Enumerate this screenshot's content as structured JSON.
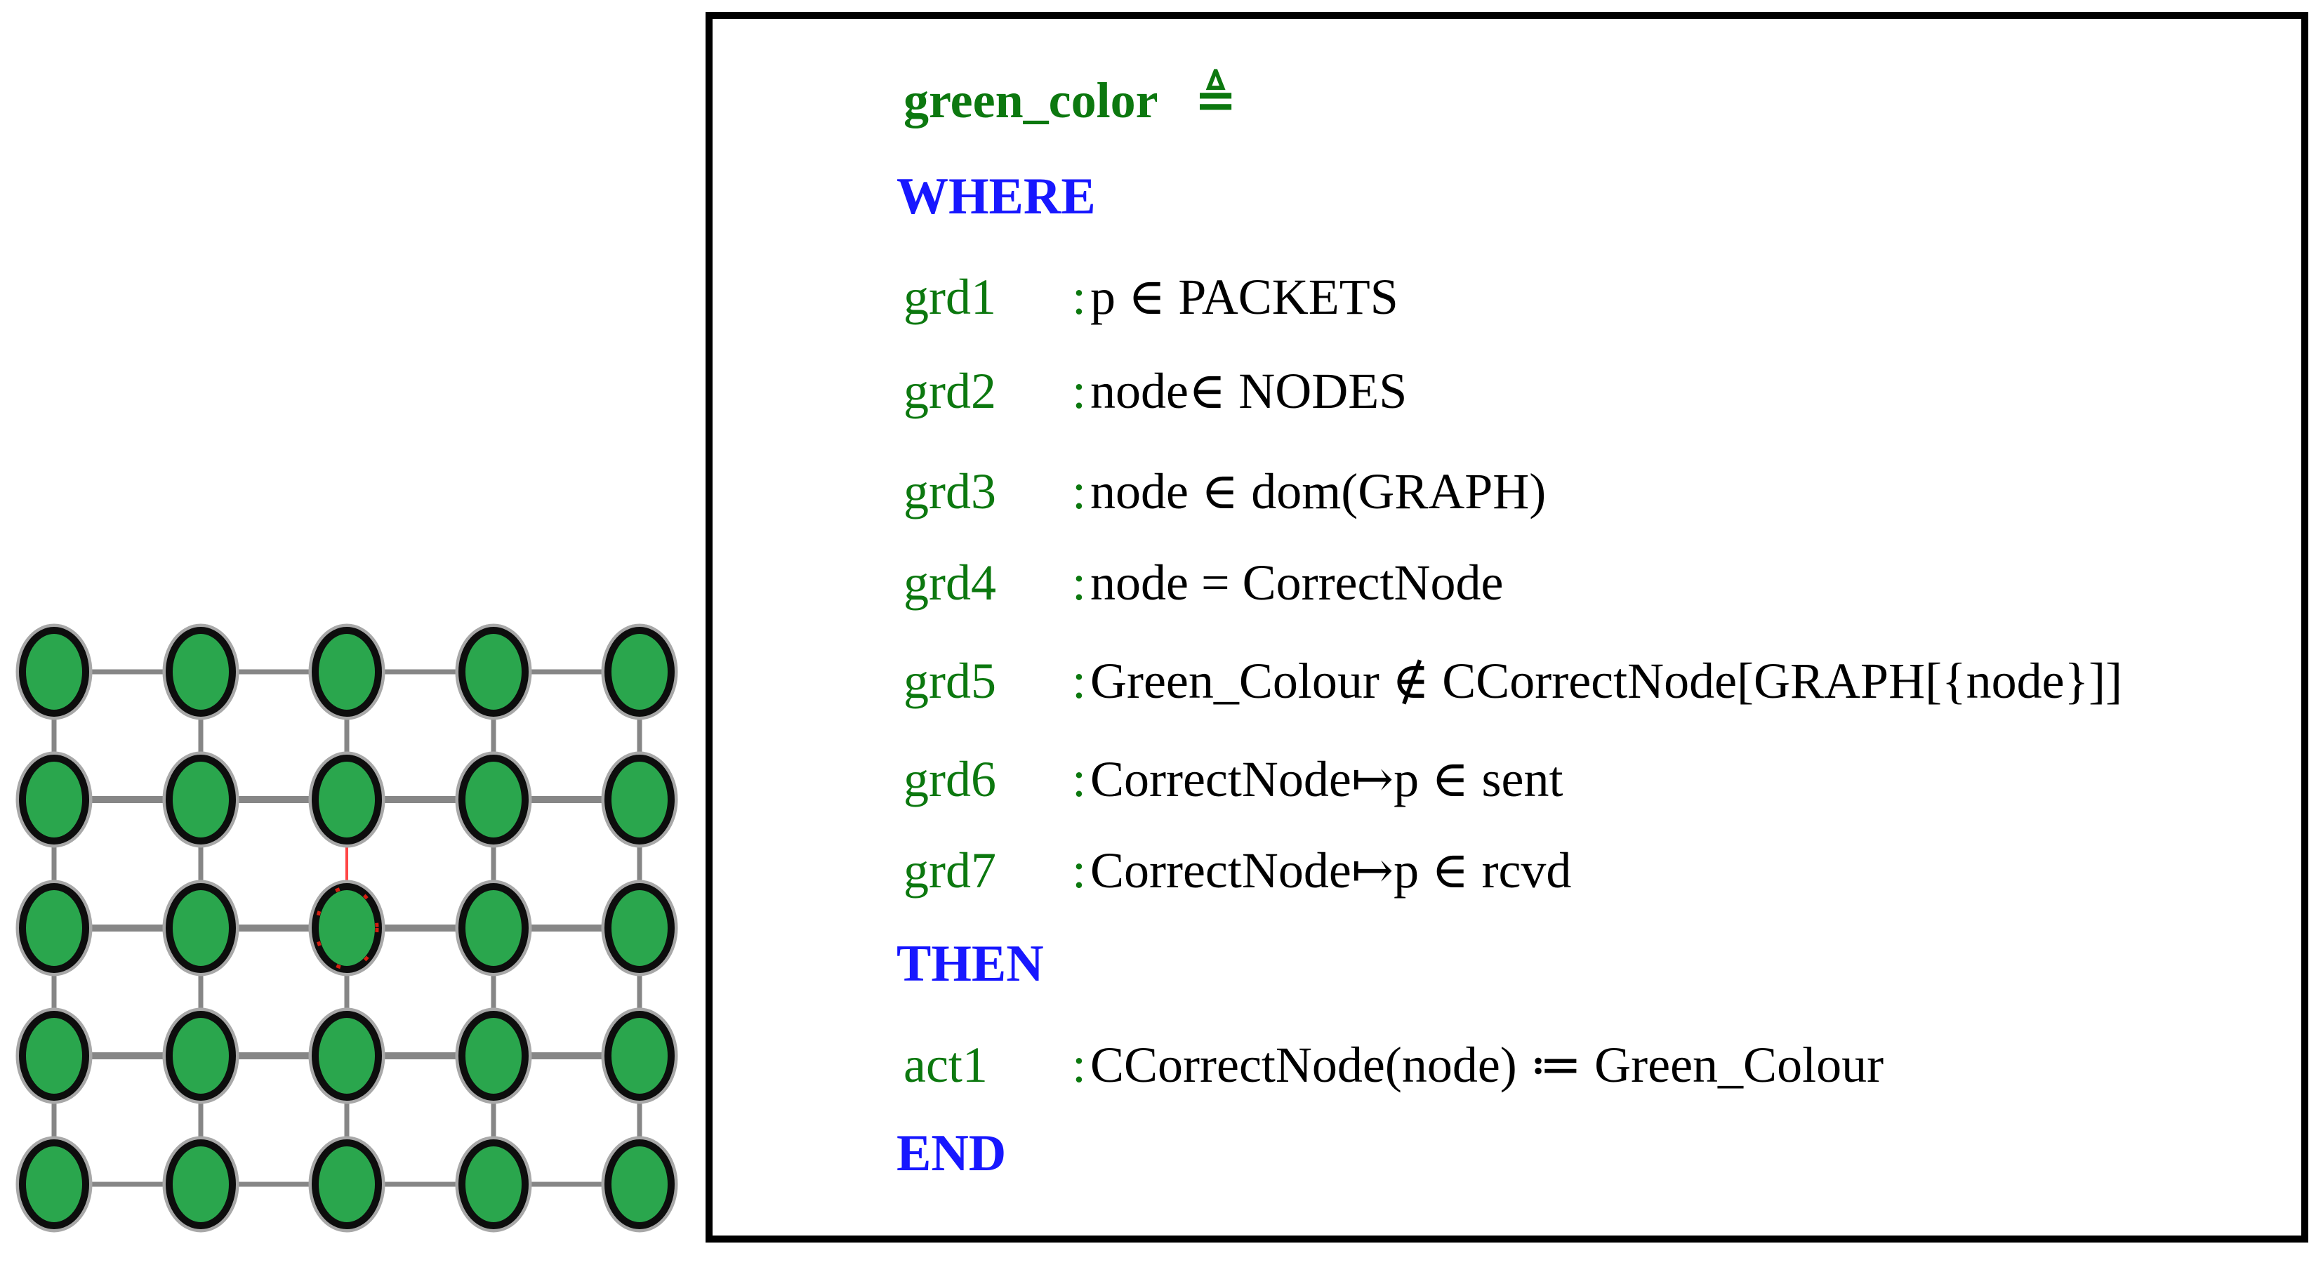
{
  "graph": {
    "rows": 5,
    "cols": 5,
    "node_fill": "#2aa64d",
    "node_stroke": "#0d0d0d",
    "halo_color": "#a8a8a8",
    "edge_color": "#868686",
    "red_edge": {
      "from_row": 1,
      "from_col": 2,
      "to_row": 2,
      "to_col": 2,
      "color": "#ff4545"
    },
    "marked_node": {
      "row": 2,
      "col": 2,
      "color": "#dd2211"
    }
  },
  "spec": {
    "title": {
      "name": "green_color",
      "symbol": "≜"
    },
    "colon": ":",
    "where_label": "WHERE",
    "then_label": "THEN",
    "end_label": "END",
    "guards": [
      {
        "label": "grd1",
        "predicate": "p ∈ PACKETS"
      },
      {
        "label": "grd2",
        "predicate": "node∈ NODES"
      },
      {
        "label": "grd3",
        "predicate": "node ∈ dom(GRAPH)"
      },
      {
        "label": "grd4",
        "predicate": "node = CorrectNode"
      },
      {
        "label": "grd5",
        "predicate": "Green_Colour ∉ CCorrectNode[GRAPH[{node}]]"
      },
      {
        "label": "grd6",
        "predicate": "CorrectNode↦p ∈ sent"
      },
      {
        "label": "grd7",
        "predicate": "CorrectNode↦p ∈ rcvd"
      }
    ],
    "actions": [
      {
        "label": "act1",
        "predicate": "CCorrectNode(node) ≔ Green_Colour"
      }
    ],
    "colors": {
      "keyword_blue": "#1717ff",
      "label_green": "#0c780f",
      "predicate_black": "#000000"
    }
  }
}
